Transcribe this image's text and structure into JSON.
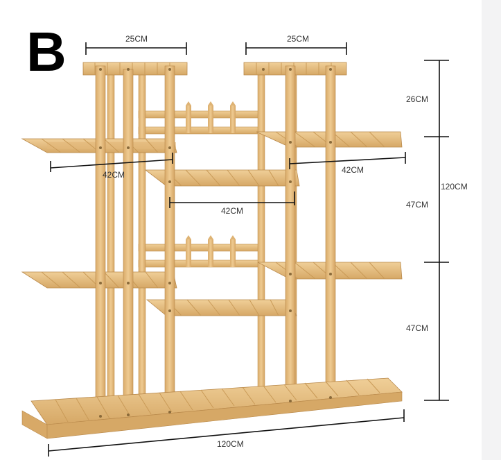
{
  "variant_letter": "B",
  "dimensions": {
    "top_left_width": "25CM",
    "top_right_width": "25CM",
    "left_wing_width": "42CM",
    "right_wing_width": "42CM",
    "center_shelf_width": "42CM",
    "height_top_section": "26CM",
    "height_middle_section": "47CM",
    "height_lower_section": "47CM",
    "total_height": "120CM",
    "total_width": "120CM"
  },
  "colors": {
    "wood_light": "#ebc48a",
    "wood_mid": "#deb374",
    "wood_dark": "#c99a57",
    "wood_edge": "#b8884a",
    "screw": "#8a6a3a",
    "dim_line": "#111111"
  }
}
